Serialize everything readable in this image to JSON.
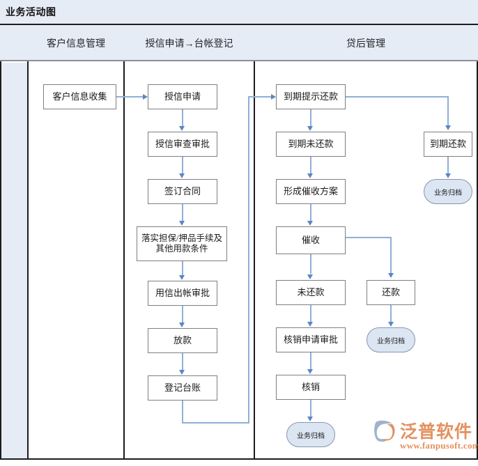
{
  "title": "业务活动图",
  "columns": [
    {
      "label": "客户信息管理"
    },
    {
      "label": "授信申请→台帐登记"
    },
    {
      "label": "贷后管理"
    }
  ],
  "nodes": {
    "customer_collect": "客户信息收集",
    "credit_apply": "授信申请",
    "credit_review": "授信审查审批",
    "sign_contract": "签订合同",
    "guarantee": "落实担保/押品手续及其他用款条件",
    "use_credit_approval": "用信出帐审批",
    "disburse": "放款",
    "register_ledger": "登记台账",
    "due_remind": "到期提示还款",
    "due_unpaid": "到期未还款",
    "collection_plan": "形成催收方案",
    "collection": "催收",
    "unpaid": "未还款",
    "writeoff_apply": "核销申请审批",
    "writeoff": "核销",
    "due_repaid": "到期还款",
    "repaid": "还款",
    "archive_1": "业务归档",
    "archive_2": "业务归档",
    "archive_3": "业务归档"
  },
  "watermark": {
    "brand": "泛普软件",
    "url": "www.fanpusoft.com"
  },
  "colors": {
    "title_band": "#e6ecf6",
    "header_band": "#e6ecf6",
    "node_border": "#7f7f7f",
    "connector": "#8fafd8",
    "arrow": "#5b86c4",
    "terminator_fill": "#dce5f2",
    "frame": "#1c1c1c",
    "watermark": "#e3915f"
  }
}
